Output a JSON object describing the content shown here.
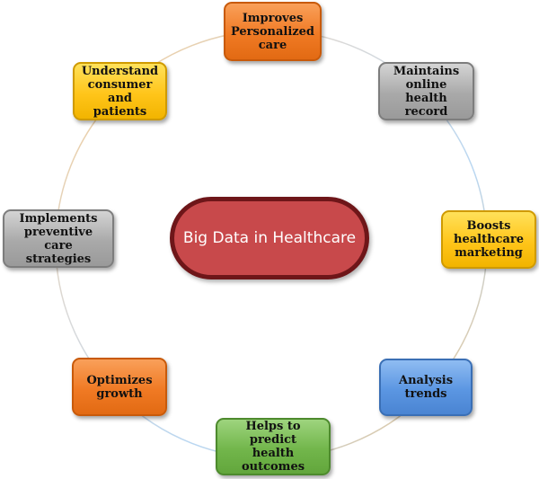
{
  "center": {
    "label": "Big Data in Healthcare"
  },
  "nodes": [
    {
      "label": "Improves\nPersonalized\ncare",
      "color": "orange"
    },
    {
      "label": "Maintains\nonline health\nrecord",
      "color": "gray"
    },
    {
      "label": "Boosts\nhealthcare\nmarketing",
      "color": "yellow"
    },
    {
      "label": "Analysis\ntrends",
      "color": "blue"
    },
    {
      "label": "Helps to predict\nhealth outcomes",
      "color": "green"
    },
    {
      "label": "Optimizes\ngrowth",
      "color": "orange"
    },
    {
      "label": "Implements\npreventive care\nstrategies",
      "color": "gray"
    },
    {
      "label": "Understand\nconsumer\nand patients",
      "color": "yellow"
    }
  ]
}
